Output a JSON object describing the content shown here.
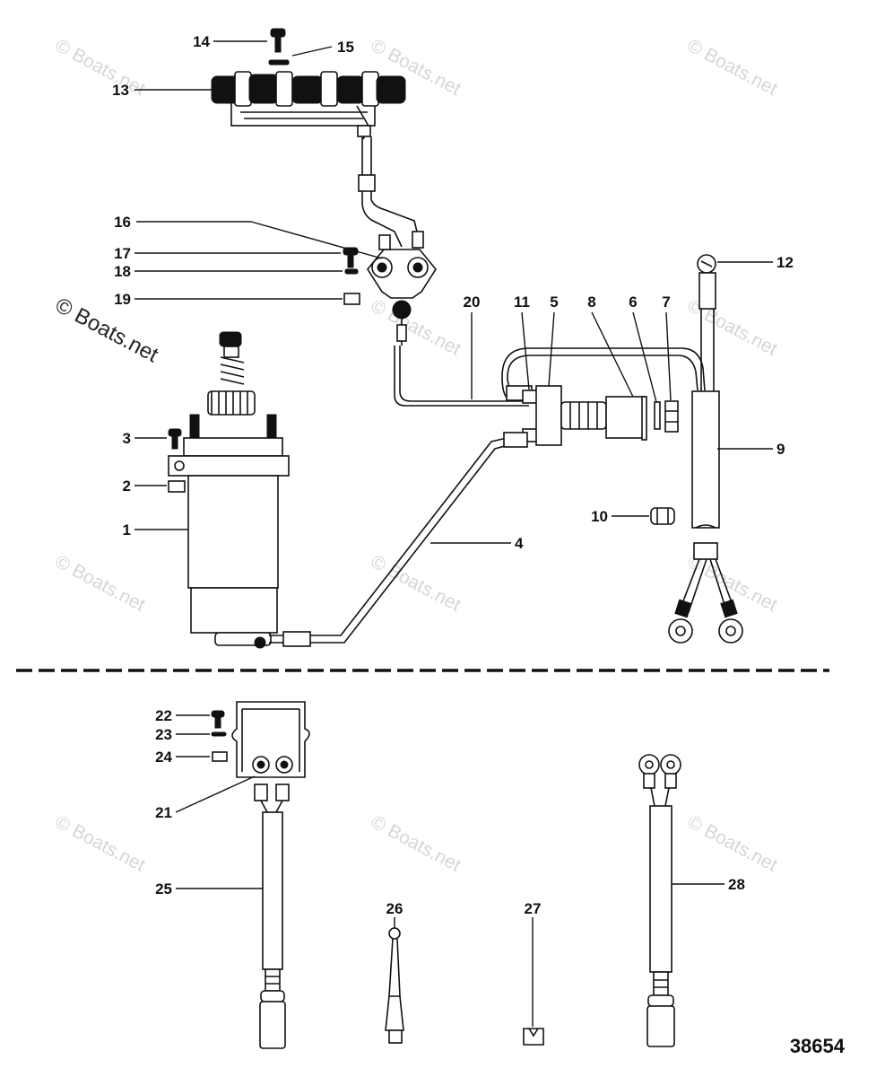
{
  "watermark": {
    "main": "© Boats.net",
    "tile": "© Boats.net"
  },
  "diagram_number": "38654",
  "callouts": [
    {
      "id": "1",
      "text": "1"
    },
    {
      "id": "2",
      "text": "2"
    },
    {
      "id": "3",
      "text": "3"
    },
    {
      "id": "4",
      "text": "4"
    },
    {
      "id": "5",
      "text": "5"
    },
    {
      "id": "6",
      "text": "6"
    },
    {
      "id": "7",
      "text": "7"
    },
    {
      "id": "8",
      "text": "8"
    },
    {
      "id": "9",
      "text": "9"
    },
    {
      "id": "10",
      "text": "10"
    },
    {
      "id": "11",
      "text": "11"
    },
    {
      "id": "12",
      "text": "12"
    },
    {
      "id": "13",
      "text": "13"
    },
    {
      "id": "14",
      "text": "14"
    },
    {
      "id": "15",
      "text": "15"
    },
    {
      "id": "16",
      "text": "16"
    },
    {
      "id": "17",
      "text": "17"
    },
    {
      "id": "18",
      "text": "18"
    },
    {
      "id": "19",
      "text": "19"
    },
    {
      "id": "20",
      "text": "20"
    },
    {
      "id": "21",
      "text": "21"
    },
    {
      "id": "22",
      "text": "22"
    },
    {
      "id": "23",
      "text": "23"
    },
    {
      "id": "24",
      "text": "24"
    },
    {
      "id": "25",
      "text": "25"
    },
    {
      "id": "26",
      "text": "26"
    },
    {
      "id": "27",
      "text": "27"
    },
    {
      "id": "28",
      "text": "28"
    }
  ]
}
